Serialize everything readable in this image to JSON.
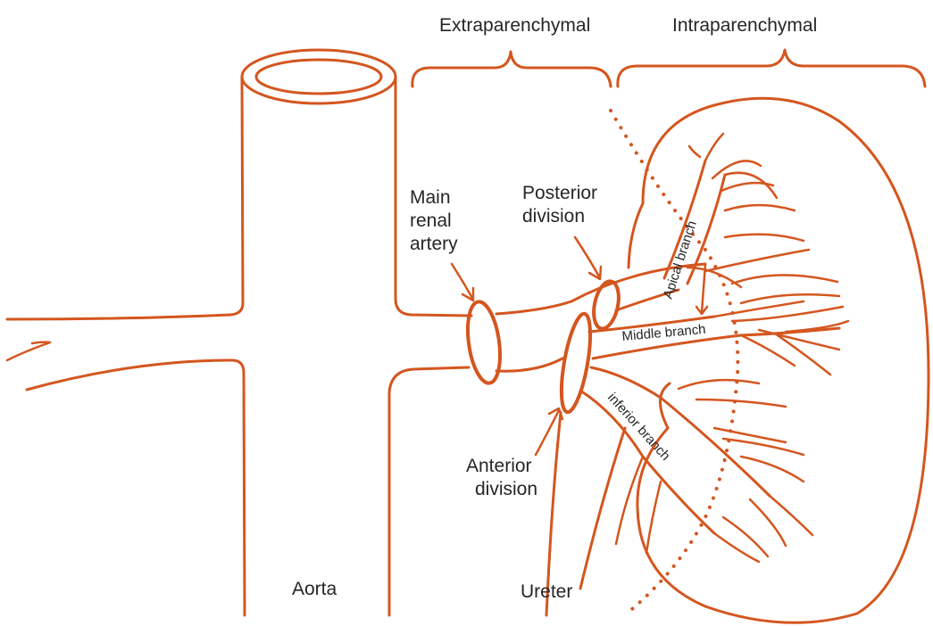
{
  "labels": {
    "extraparenchymal": "Extraparenchymal",
    "intraparenchymal": "Intraparenchymal",
    "main_renal_artery": [
      "Main",
      "renal",
      "artery"
    ],
    "posterior_division": [
      "Posterior",
      "division"
    ],
    "anterior_division": [
      "Anterior",
      "division"
    ],
    "apical_branch": "Apical branch",
    "middle_branch": "Middle branch",
    "inferior_branch": "inferior branch",
    "aorta": "Aorta",
    "ureter": "Ureter"
  },
  "colors": {
    "line": "#d4561f",
    "text": "#262626",
    "background": "#ffffff"
  }
}
